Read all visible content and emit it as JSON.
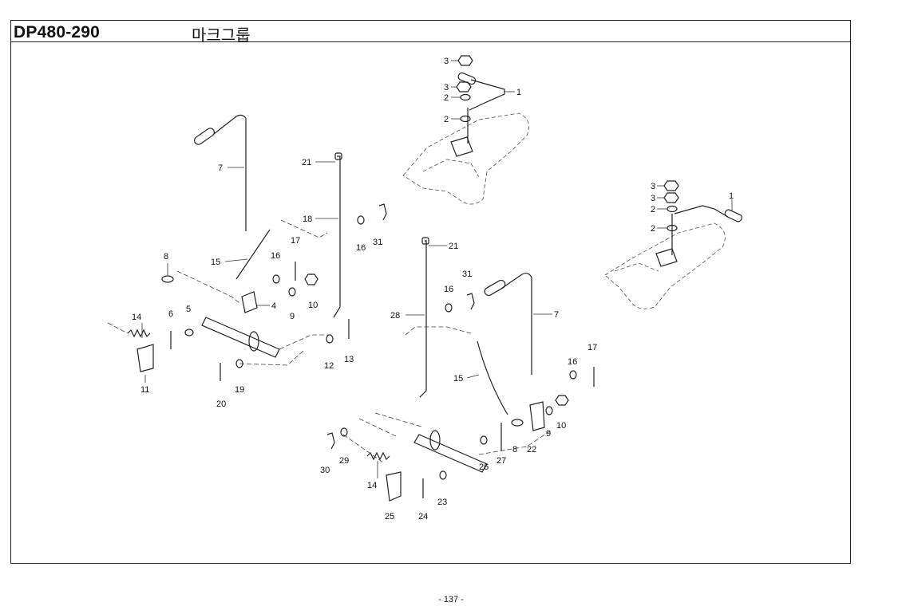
{
  "header": {
    "model_code": "DP480-290",
    "group_title": "마크그룹"
  },
  "page_number": "- 137 -",
  "callouts": {
    "top_handle": {
      "n3a": "3",
      "n3b": "3",
      "n2a": "2",
      "n2b": "2",
      "n1": "1"
    },
    "right_handle": {
      "n3a": "3",
      "n3b": "3",
      "n2a": "2",
      "n2b": "2",
      "n1": "1"
    },
    "left_assembly": {
      "n7": "7",
      "n21": "21",
      "n18": "18",
      "n16a": "16",
      "n31": "31",
      "n8": "8",
      "n15": "15",
      "n16b": "16",
      "n17": "17",
      "n4": "4",
      "n9": "9",
      "n10": "10",
      "n14": "14",
      "n6": "6",
      "n5": "5",
      "n11": "11",
      "n12": "12",
      "n13": "13",
      "n20": "20",
      "n19": "19"
    },
    "right_assembly": {
      "n21": "21",
      "n16a": "16",
      "n31": "31",
      "n28": "28",
      "n7": "7",
      "n15": "15",
      "n17": "17",
      "n16b": "16",
      "n9": "9",
      "n10": "10",
      "n8": "8",
      "n22": "22",
      "n27": "27",
      "n26": "26",
      "n30": "30",
      "n29": "29",
      "n14": "14",
      "n23": "23",
      "n24": "24",
      "n25": "25"
    }
  }
}
